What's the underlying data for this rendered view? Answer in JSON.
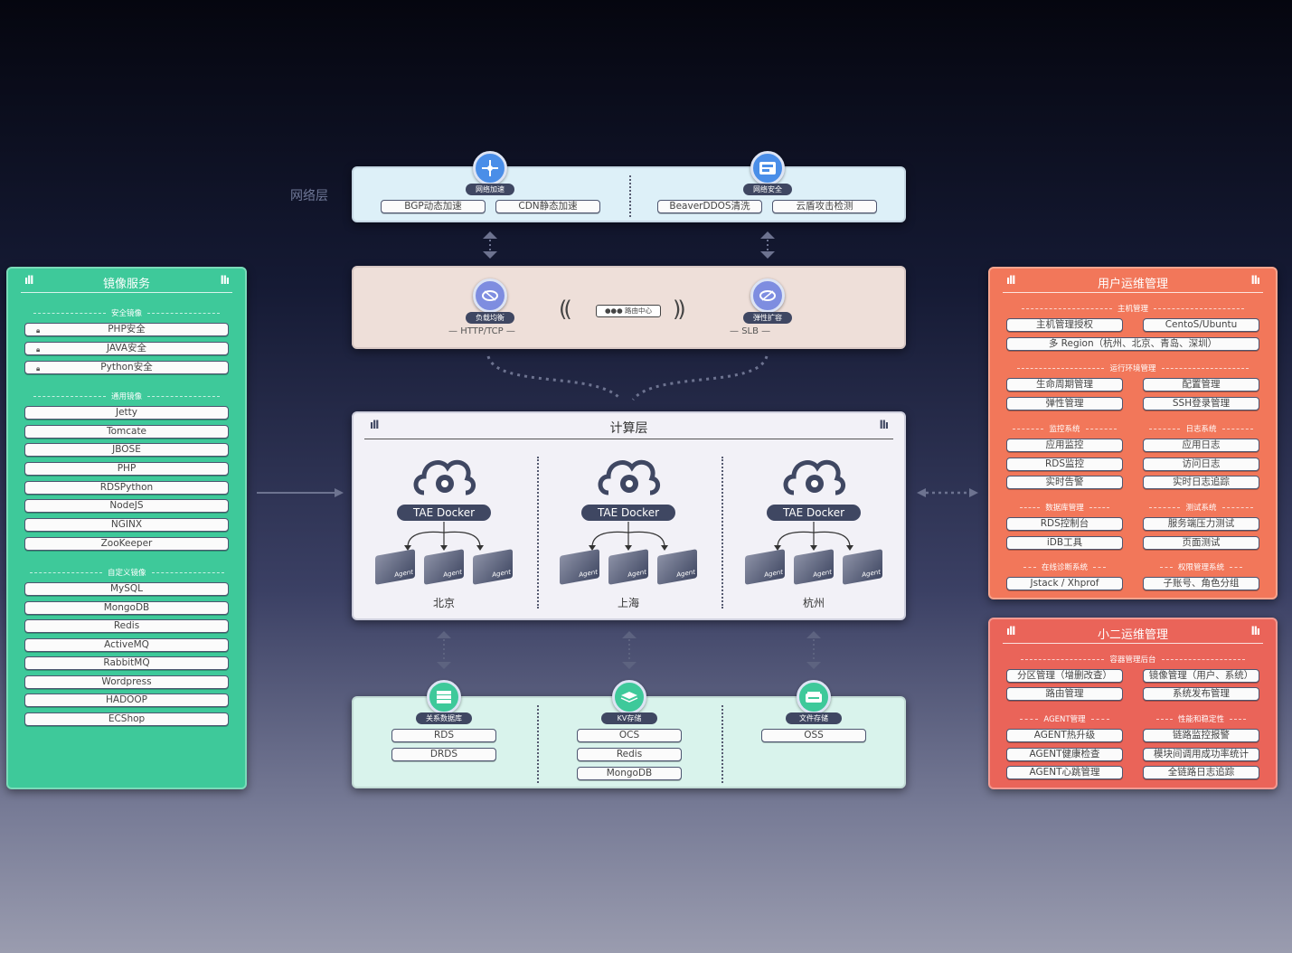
{
  "network": {
    "side_label": "网络层",
    "accel": {
      "badge": "网络加速",
      "items": [
        "BGP动态加速",
        "CDN静态加速"
      ]
    },
    "security": {
      "badge": "网络安全",
      "items": [
        "BeaverDDOS清洗",
        "云盾攻击检测"
      ]
    }
  },
  "lb": {
    "left_badge": "负载均衡",
    "left_proto": "HTTP/TCP",
    "center": "路由中心",
    "right_badge": "弹性扩容",
    "right_proto": "SLB"
  },
  "compute": {
    "title": "计算层",
    "docker_label": "TAE Docker",
    "agent_label": "Agent",
    "cities": [
      "北京",
      "上海",
      "杭州"
    ]
  },
  "storage": {
    "groups": [
      {
        "badge": "关系数据库",
        "items": [
          "RDS",
          "DRDS"
        ]
      },
      {
        "badge": "KV存储",
        "items": [
          "OCS",
          "Redis",
          "MongoDB"
        ]
      },
      {
        "badge": "文件存储",
        "items": [
          "OSS"
        ]
      }
    ]
  },
  "mirror": {
    "title": "镜像服务",
    "security": {
      "label": "安全镜像",
      "items": [
        "PHP安全",
        "JAVA安全",
        "Python安全"
      ]
    },
    "general": {
      "label": "通用镜像",
      "items": [
        "Jetty",
        "Tomcate",
        "JBOSE",
        "PHP",
        "RDSPython",
        "NodeJS",
        "NGINX",
        "ZooKeeper"
      ]
    },
    "custom": {
      "label": "自定义镜像",
      "items": [
        "MySQL",
        "MongoDB",
        "Redis",
        "ActiveMQ",
        "RabbitMQ",
        "Wordpress",
        "HADOOP",
        "ECShop"
      ]
    }
  },
  "user_ops": {
    "title": "用户运维管理",
    "host": {
      "label": "主机管理",
      "left": "主机管理授权",
      "right": "CentoS/Ubuntu",
      "wide": "多 Region（杭州、北京、青岛、深圳）"
    },
    "runtime": {
      "label": "运行环境管理",
      "items": [
        "生命周期管理",
        "配置管理",
        "弹性管理",
        "SSH登录管理"
      ]
    },
    "monitor": {
      "label": "监控系统",
      "items": [
        "应用监控",
        "RDS监控",
        "实时告警"
      ]
    },
    "log": {
      "label": "日志系统",
      "items": [
        "应用日志",
        "访问日志",
        "实时日志追踪"
      ]
    },
    "db": {
      "label": "数据库管理",
      "items": [
        "RDS控制台",
        "iDB工具"
      ]
    },
    "test": {
      "label": "测试系统",
      "items": [
        "服务端压力测试",
        "页面测试"
      ]
    },
    "diag": {
      "label": "在线诊断系统",
      "items": [
        "Jstack / Xhprof"
      ]
    },
    "perm": {
      "label": "权限管理系统",
      "items": [
        "子账号、角色分组"
      ]
    }
  },
  "xiaoer_ops": {
    "title": "小二运维管理",
    "container": {
      "label": "容器管理后台",
      "items": [
        "分区管理（增删改查）",
        "镜像管理（用户、系统）",
        "路由管理",
        "系统发布管理"
      ]
    },
    "agent": {
      "label": "AGENT管理",
      "items": [
        "AGENT热升级",
        "AGENT健康检查",
        "AGENT心跳管理"
      ]
    },
    "perf": {
      "label": "性能和稳定性",
      "items": [
        "链路监控报警",
        "模块间调用成功率统计",
        "全链路日志追踪"
      ]
    }
  },
  "colors": {
    "mirror_green": "#3ec99a",
    "user_orange": "#f2775a",
    "xiaoer_red": "#ea6459",
    "network_bg": "#ddf0f8",
    "lb_bg": "#eedfd9",
    "storage_bg": "#d9f3ec",
    "icon_blue": "#4a8ee8"
  }
}
